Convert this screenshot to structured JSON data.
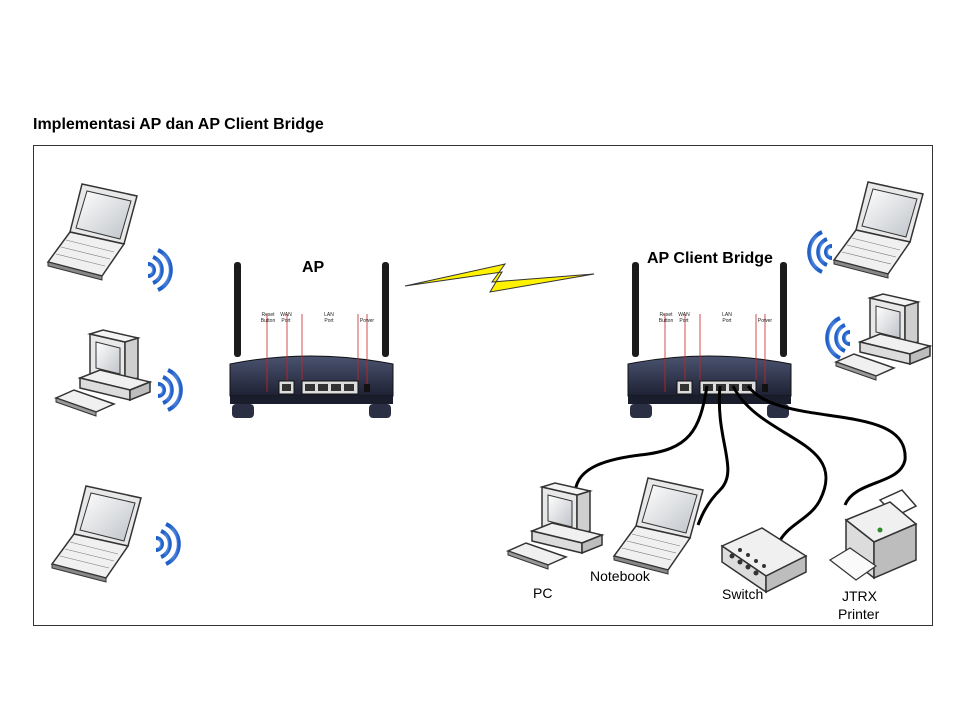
{
  "title": "Implementasi AP dan AP Client Bridge",
  "ap_label": "AP",
  "bridge_label": "AP Client Bridge",
  "router_ports": {
    "reset": "Reset Button",
    "wan": "WAN Port",
    "lan": "LAN Port",
    "power": "Power"
  },
  "devices": {
    "pc": "PC",
    "notebook": "Notebook",
    "switch": "Switch",
    "printer_line1": "JTRX",
    "printer_line2": "Printer"
  },
  "colors": {
    "wifi": "#1f5fc8",
    "bolt_fill": "#fff200",
    "router_body": "#2a2f44",
    "cable": "#000000"
  }
}
